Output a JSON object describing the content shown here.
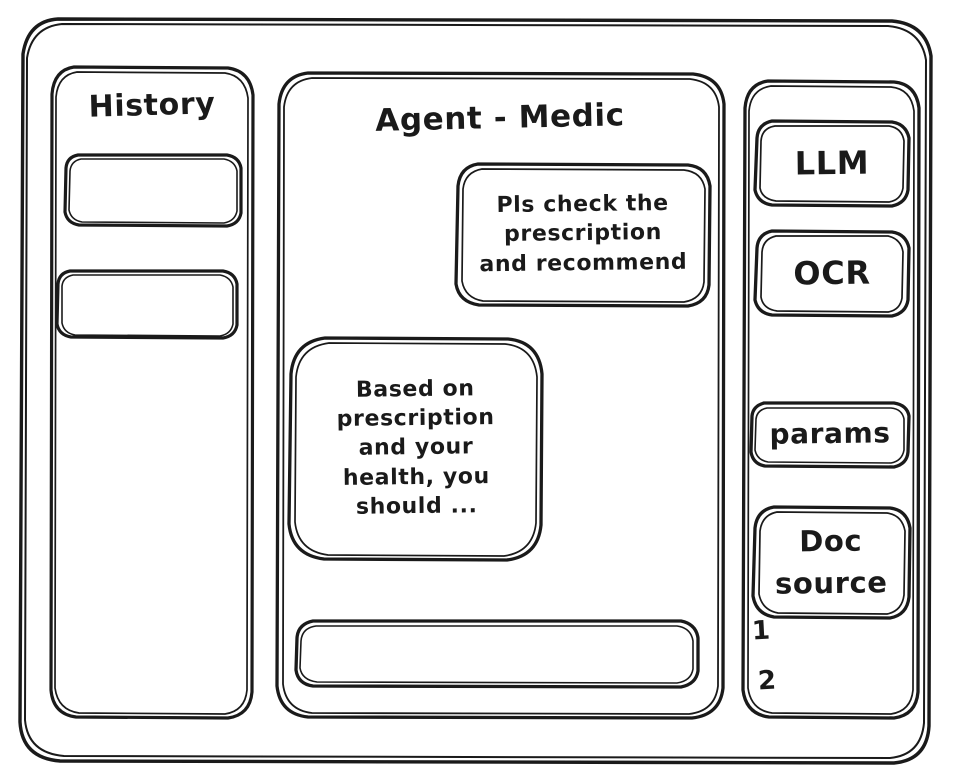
{
  "window": {
    "name": "agent-medic-wireframe"
  },
  "sidebar": {
    "title": "History",
    "items": [
      {
        "label": ""
      },
      {
        "label": ""
      }
    ]
  },
  "main": {
    "title": "Agent - Medic",
    "messages": [
      {
        "role": "user",
        "text": "Pls check the\nprescription\nand recommend"
      },
      {
        "role": "assistant",
        "text": "Based on\nprescription\nand your\nhealth, you\nshould ..."
      }
    ],
    "composer": {
      "value": "",
      "placeholder": ""
    }
  },
  "tools": {
    "cards": [
      {
        "label": "LLM"
      },
      {
        "label": "OCR"
      },
      {
        "label": "params"
      },
      {
        "label": "Doc\nsource"
      }
    ],
    "doc_sources": [
      {
        "label": "1"
      },
      {
        "label": "2"
      }
    ]
  },
  "style": {
    "stroke": "#1a1a1a",
    "background": "#ffffff"
  }
}
